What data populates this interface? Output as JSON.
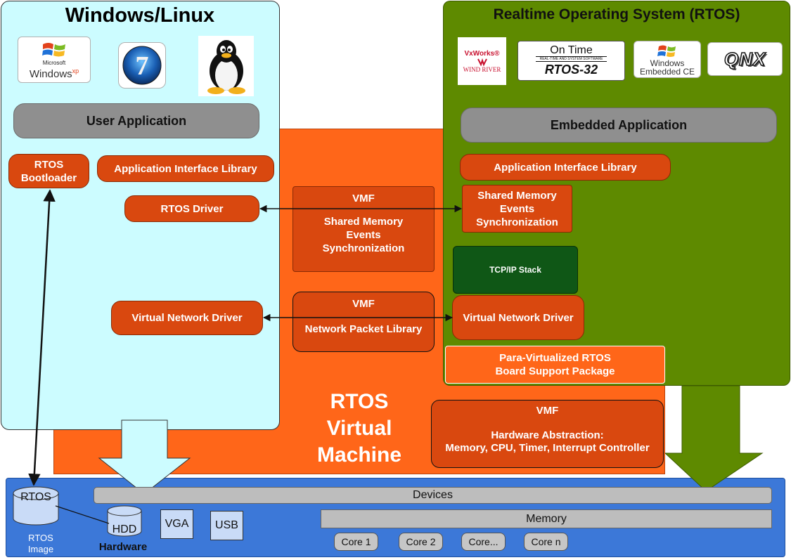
{
  "windows": {
    "title": "Windows/Linux",
    "logos": {
      "xp_brand": "Microsoft",
      "xp_name": "Windows",
      "xp_suffix": "xp",
      "seven": "7"
    },
    "user_app": "User Application",
    "bootloader": "RTOS Bootloader",
    "api_lib": "Application Interface Library",
    "rtos_driver": "RTOS Driver",
    "vnet_driver": "Virtual Network Driver"
  },
  "rtos": {
    "title": "Realtime Operating System (RTOS)",
    "logos": {
      "vxworks": "VxWorks®",
      "windriver": "WIND RIVER",
      "ontime": "On Time",
      "ontime_tag": "REAL-TIME AND SYSTEM SOFTWARE",
      "rtos32": "RTOS-32",
      "wince_1": "Windows",
      "wince_2": "Embedded CE",
      "qnx": "QNX"
    },
    "embedded_app": "Embedded Application",
    "api_lib": "Application Interface Library",
    "shared_mem": "Shared Memory Events Synchronization",
    "tcpip": "TCP/IP Stack",
    "vnet_driver": "Virtual Network Driver",
    "bsp": "Para-Virtualized RTOS Board Support Package"
  },
  "vm": {
    "label_1": "RTOS",
    "label_2": "Virtual",
    "label_3": "Machine",
    "vmf_shared_title": "VMF",
    "vmf_shared_body": "Shared Memory Events Synchronization",
    "vmf_net_title": "VMF",
    "vmf_net_body": "Network Packet Library",
    "vmf_hw_title": "VMF",
    "vmf_hw_body_1": "Hardware Abstraction:",
    "vmf_hw_body_2": "Memory, CPU, Timer, Interrupt Controller"
  },
  "hardware": {
    "label": "Hardware",
    "rtos_disk": "RTOS",
    "rtos_image": "RTOS Image",
    "hdd": "HDD",
    "vga": "VGA",
    "usb": "USB",
    "devices": "Devices",
    "memory": "Memory",
    "cores": [
      "Core 1",
      "Core 2",
      "Core...",
      "Core n"
    ]
  },
  "colors": {
    "windows_panel": "#ccfcff",
    "rtos_panel": "#5e8a00",
    "vm_panel": "#ff6619",
    "hardware_panel": "#3c78d8",
    "block_orange": "#d9480f",
    "tcpip_green": "#0f5716"
  }
}
